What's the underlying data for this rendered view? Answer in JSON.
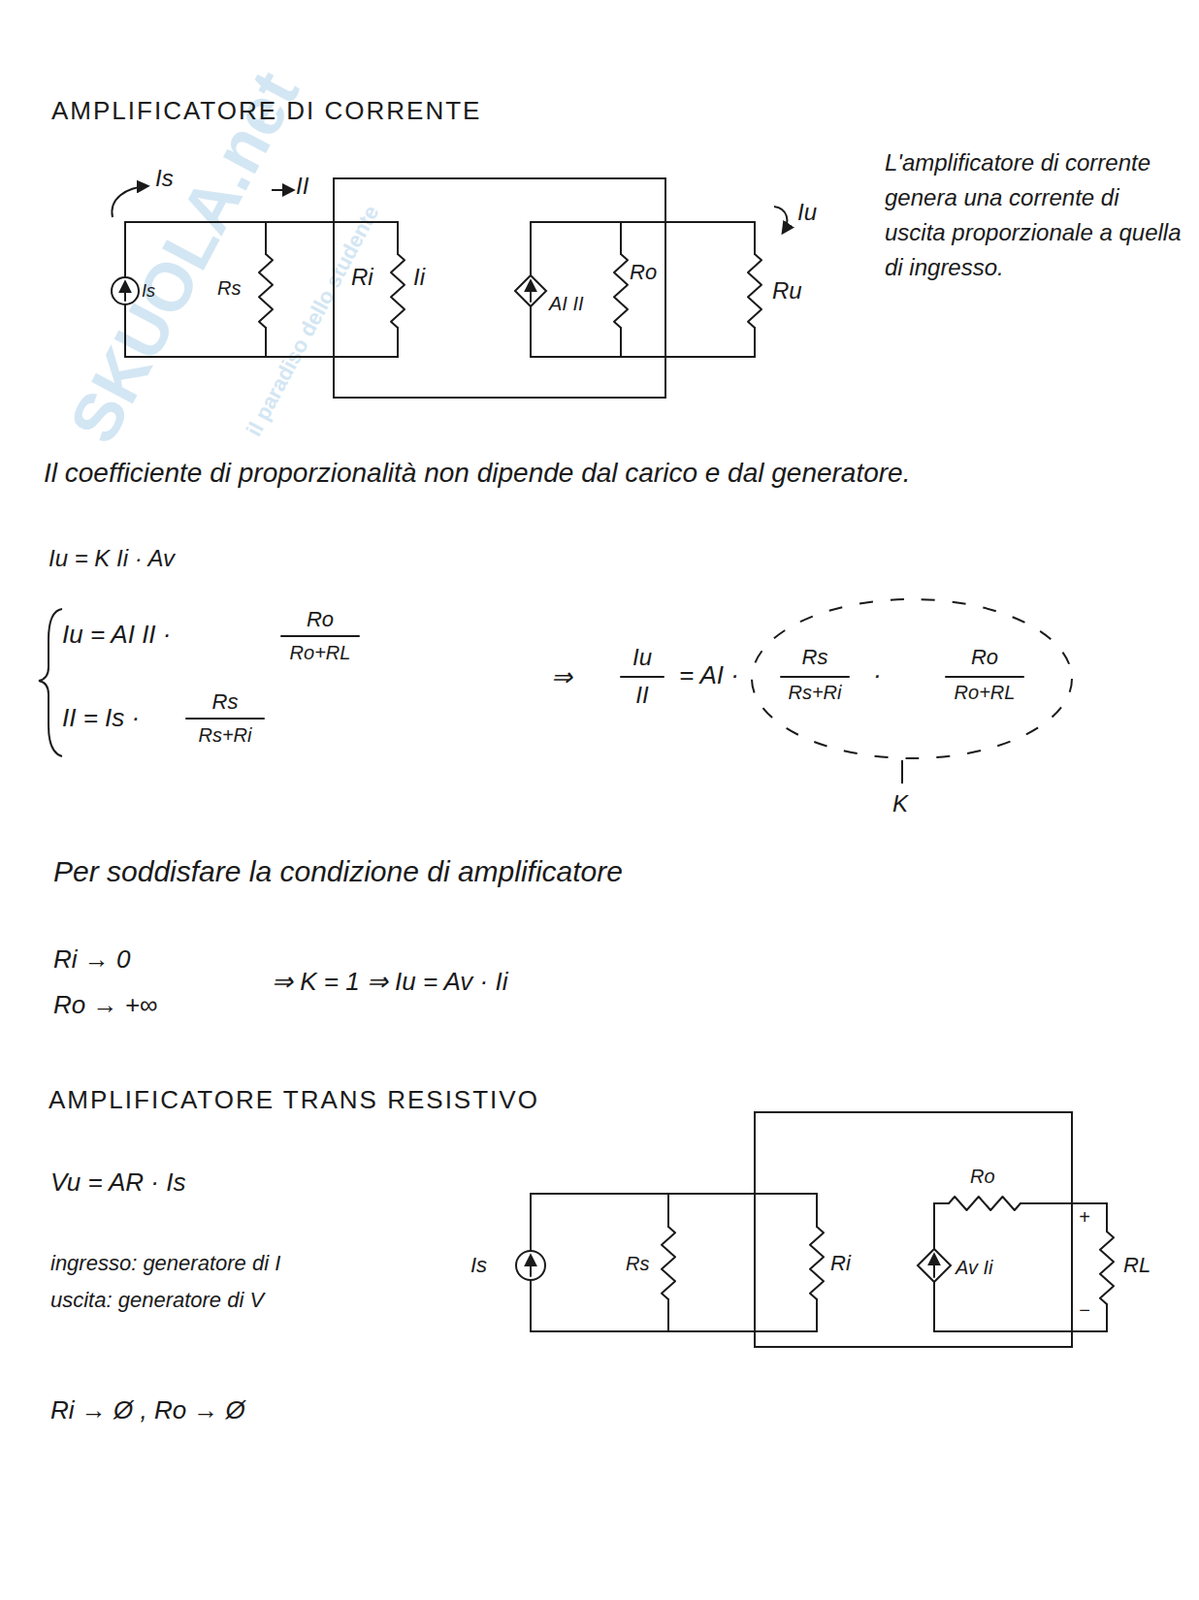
{
  "diagram": {
    "title": "AMPLIFICATORE DI CORRENTE",
    "labels": [
      "SKUOLA.net",
      "il paradiso dello studente",
      "Is",
      "II",
      "Iu",
      "Is",
      "Rs",
      "Ri",
      "Ii",
      "AI II",
      "Ro",
      "Ru",
      "L'amplificatore di corrente genera una corrente di uscita proporzionale a quella di ingresso.",
      "Il coefficiente di proporzionalità non dipende dal carico e dal generatore.",
      "Iu = K Ii · Av",
      "Iu = AI II ·",
      "Ro",
      "Ro+RL",
      "II = Is ·",
      "Rs",
      "Rs+Ri",
      "⇒",
      "Iu",
      "II",
      "= AI ·",
      "Rs",
      "Rs+Ri",
      "·",
      "Ro",
      "Ro+RL",
      "K",
      "Per soddisfare la condizione di amplificatore",
      "Ri → 0",
      "Ro → +∞",
      "⇒ K = 1 ⇒ Iu = Av · Ii",
      "AMPLIFICATORE TRANS RESISTIVO",
      "Vu = AR · Is",
      "ingresso: generatore di I",
      "uscita: generatore di V",
      "Ri → Ø , Ro → Ø",
      "Is",
      "Rs",
      "Ri",
      "Ro",
      "Av Ii",
      "+",
      "−",
      "RL"
    ]
  }
}
